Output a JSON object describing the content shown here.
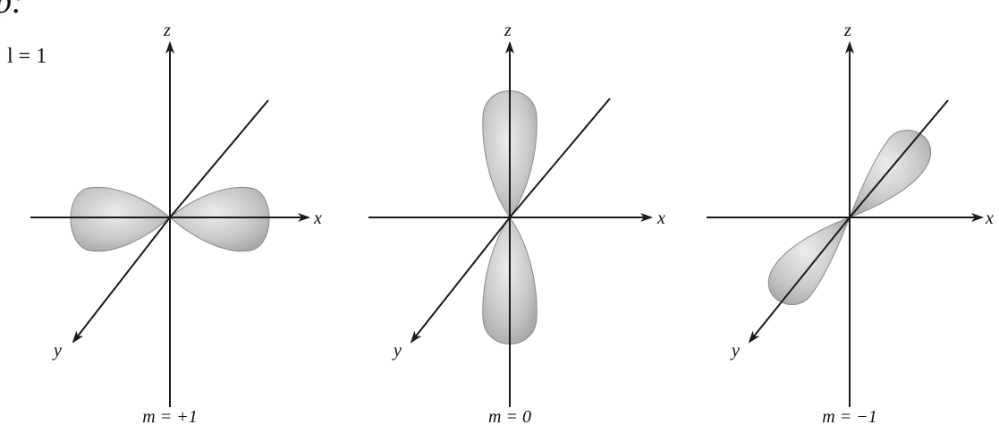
{
  "header": {
    "cropped_text": "p:",
    "l_label": "l = 1"
  },
  "panels": [
    {
      "m_label": "m = +1",
      "axes": {
        "z": "z",
        "x": "x",
        "y": "y"
      },
      "orbital_orientation": "x"
    },
    {
      "m_label": "m = 0",
      "axes": {
        "z": "z",
        "x": "x",
        "y": "y"
      },
      "orbital_orientation": "z"
    },
    {
      "m_label": "m = −1",
      "axes": {
        "z": "z",
        "x": "x",
        "y": "y"
      },
      "orbital_orientation": "y"
    }
  ],
  "colors": {
    "axis": "#1a1a1a",
    "lobe_light": "#e4e4e4",
    "lobe_dark": "#9a9a9a",
    "lobe_edge": "#8a8a8a"
  }
}
